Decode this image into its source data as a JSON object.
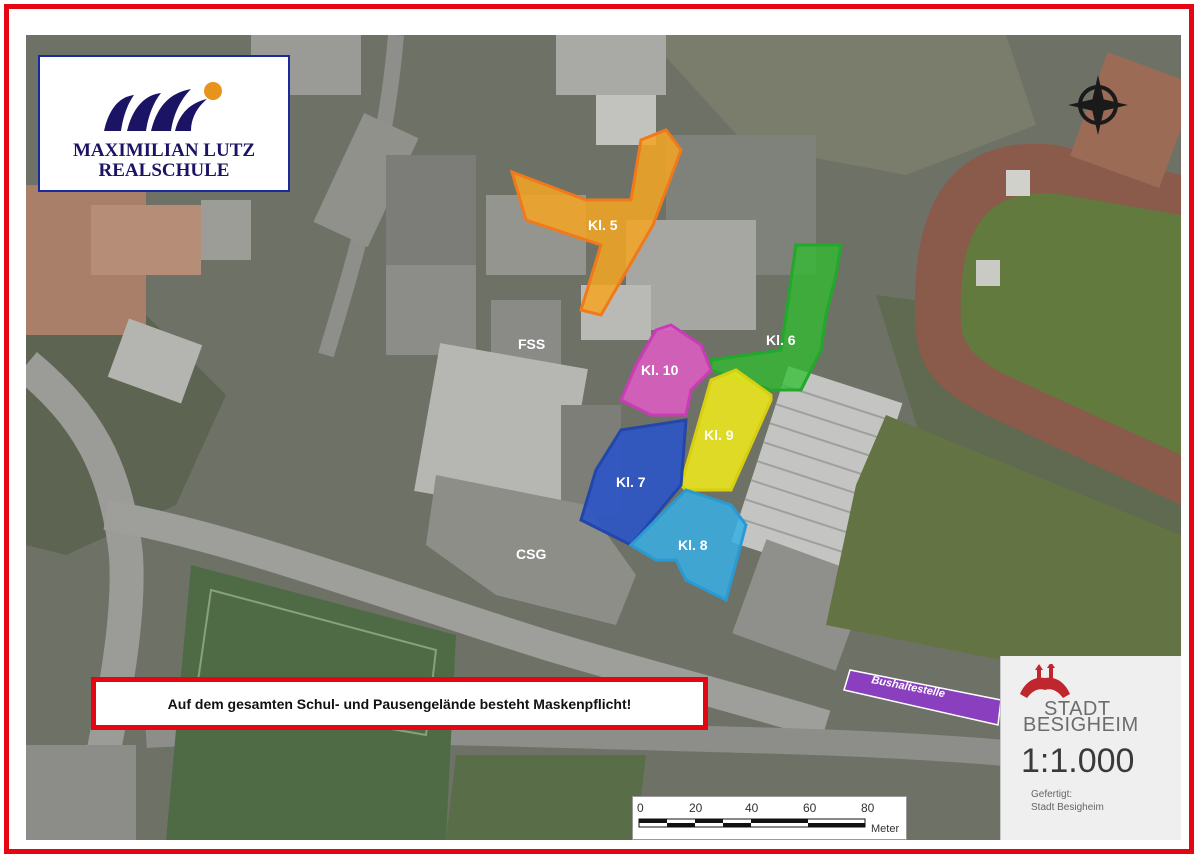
{
  "logo": {
    "line1": "MAXIMILIAN LUTZ",
    "line2": "REALSCHULE",
    "mark_colors": {
      "waves": "#1b1464",
      "dot": "#e8941c"
    }
  },
  "zones": [
    {
      "label": "Kl. 5",
      "color": "#f5a623"
    },
    {
      "label": "Kl. 6",
      "color": "#2fbf2f"
    },
    {
      "label": "Kl. 10",
      "color": "#e05cc6"
    },
    {
      "label": "Kl. 9",
      "color": "#f2ec1a"
    },
    {
      "label": "Kl. 7",
      "color": "#2b55c8"
    },
    {
      "label": "Kl. 8",
      "color": "#38aee3"
    }
  ],
  "buildings": {
    "fss": "FSS",
    "csg": "CSG"
  },
  "bus_stop": {
    "label": "Bushaltestelle",
    "color": "#8a3fbf"
  },
  "notice": {
    "text": "Auf dem gesamten Schul- und Pausengelände besteht Maskenpflicht!"
  },
  "city_panel": {
    "name_line1": "STADT",
    "name_line2": "BESIGHEIM",
    "scale": "1:1.000",
    "made_by_label": "Gefertigt:",
    "made_by_value": "Stadt Besigheim"
  },
  "scale_bar": {
    "ticks": [
      "0",
      "20",
      "40",
      "60",
      "80"
    ],
    "unit": "Meter"
  },
  "compass_icon": "north-arrow-icon"
}
